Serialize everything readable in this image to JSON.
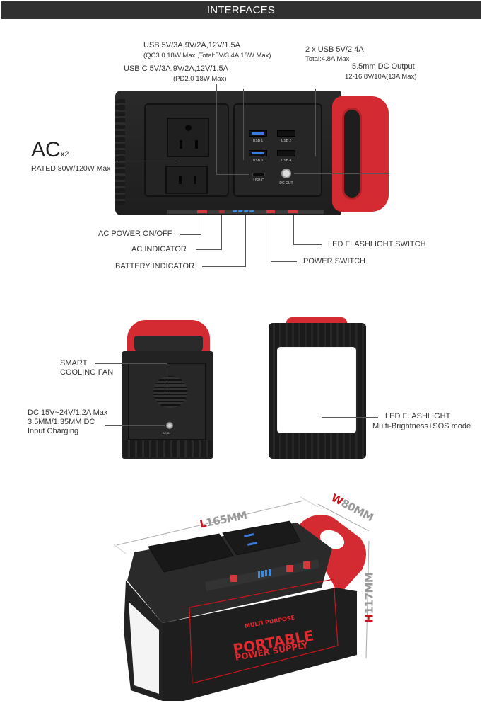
{
  "header": {
    "title": "INTERFACES"
  },
  "front_view": {
    "callouts_top": {
      "usb_qc": {
        "line1": "USB 5V/3A,9V/2A,12V/1.5A",
        "line2": "(QC3.0 18W Max ,Total:5V/3.4A 18W Max)"
      },
      "usb_c": {
        "line1": "USB C 5V/3A,9V/2A,12V/1.5A",
        "line2": "(PD2.0 18W Max)"
      },
      "usb_dual": {
        "line1": "2 x USB 5V/2.4A",
        "line2": "Total:4.8A Max"
      },
      "dc_output": {
        "line1": "5.5mm DC Output",
        "line2": "12-16.8V/10A(13A Max)"
      }
    },
    "ac": {
      "title": "AC",
      "subscript": "x2",
      "rating": "RATED 80W/120W Max"
    },
    "port_labels": {
      "usb1": "USB 1",
      "usb2": "USB 2",
      "usb3": "USB 3",
      "usb4": "USB 4",
      "usbc": "USB C",
      "dcout": "DC OUT"
    },
    "callouts_bottom": {
      "ac_power": "AC POWER ON/OFF",
      "ac_indicator": "AC INDICATOR",
      "battery_indicator": "BATTERY INDICATOR",
      "power_switch": "POWER SWITCH",
      "led_switch": "LED FLASHLIGHT SWITCH"
    }
  },
  "back_view": {
    "fan": {
      "line1": "SMART",
      "line2": "COOLING FAN"
    },
    "dc_in": {
      "line1": "DC 15V~24V/1.2A Max",
      "line2": "3.5MM/1.35MM DC",
      "line3": "Input Charging"
    },
    "dc_in_port_label": "DC IN"
  },
  "side_view": {
    "led": {
      "line1": "LED FLASHLIGHT",
      "line2": "Multi-Brightness+SOS mode"
    }
  },
  "dimensions": {
    "length": {
      "letter": "L",
      "value": "165MM"
    },
    "width": {
      "letter": "W",
      "value": "80MM"
    },
    "height": {
      "letter": "H",
      "value": "117MM"
    }
  },
  "product_branding": {
    "line1": "MULTI PURPOSE",
    "line2": "PORTABLE",
    "line3": "POWER SUPPLY"
  },
  "colors": {
    "brand_red": "#d42b32",
    "usb_blue": "#3b7be0",
    "header_bg": "#303030"
  }
}
